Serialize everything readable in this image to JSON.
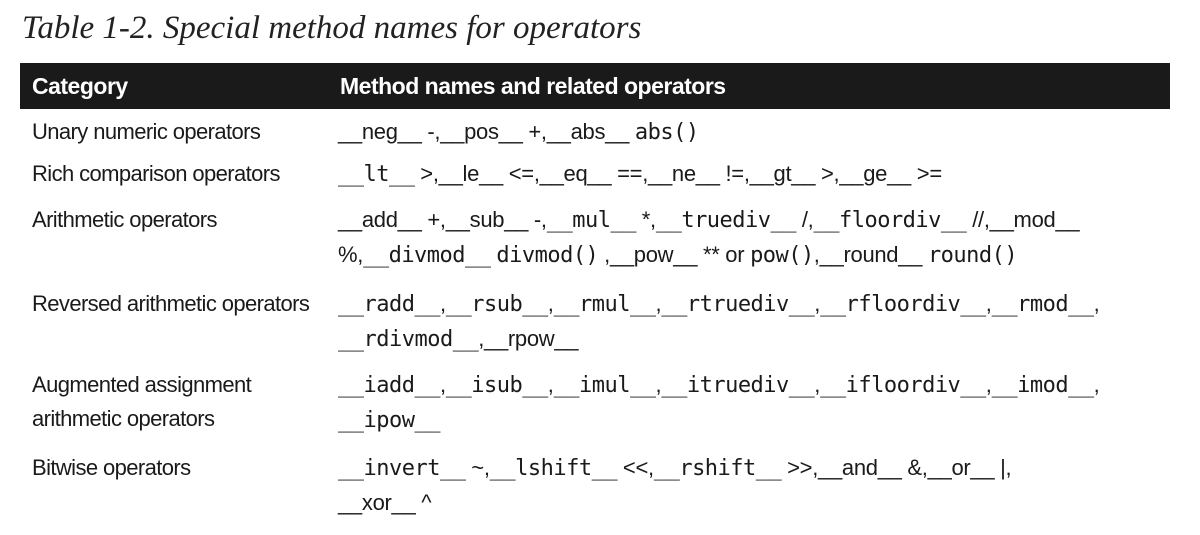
{
  "caption": "Table 1-2. Special method names for operators",
  "table": {
    "headers": {
      "category": "Category",
      "methods": "Method names and related operators"
    },
    "rows": [
      {
        "category": [
          "Unary numeric operators"
        ],
        "methods": [
          [
            {
              "t": "__neg__",
              "c": false
            },
            {
              "t": " -,",
              "c": false
            },
            {
              "t": "__pos__",
              "c": false
            },
            {
              "t": " +,",
              "c": false
            },
            {
              "t": "__abs__",
              "c": false
            },
            {
              "t": " ",
              "c": false
            },
            {
              "t": "abs()",
              "c": true
            }
          ]
        ]
      },
      {
        "category": [
          "Rich comparison operators"
        ],
        "methods": [
          [
            {
              "t": "__lt__",
              "c": true
            },
            {
              "t": " >,",
              "c": false
            },
            {
              "t": "__le__",
              "c": false
            },
            {
              "t": " <=,",
              "c": false
            },
            {
              "t": "__eq__",
              "c": false
            },
            {
              "t": " ==,",
              "c": false
            },
            {
              "t": "__ne__",
              "c": false
            },
            {
              "t": " !=,",
              "c": false
            },
            {
              "t": "__gt__",
              "c": false
            },
            {
              "t": " >,",
              "c": false
            },
            {
              "t": "__ge__",
              "c": false
            },
            {
              "t": " >=",
              "c": false
            }
          ]
        ]
      },
      {
        "category": [
          "Arithmetic operators"
        ],
        "methods": [
          [
            {
              "t": "__add__",
              "c": false
            },
            {
              "t": " +,",
              "c": false
            },
            {
              "t": "__sub__",
              "c": false
            },
            {
              "t": " -,",
              "c": false
            },
            {
              "t": "__mul__",
              "c": true
            },
            {
              "t": " *,",
              "c": false
            },
            {
              "t": "__truediv__",
              "c": true
            },
            {
              "t": " /,",
              "c": false
            },
            {
              "t": "__floordiv__",
              "c": true
            },
            {
              "t": " //,",
              "c": false
            },
            {
              "t": "__mod__",
              "c": false
            }
          ],
          [
            {
              "t": "%,",
              "c": false
            },
            {
              "t": "__divmod__",
              "c": true
            },
            {
              "t": " ",
              "c": false
            },
            {
              "t": "divmod()",
              "c": true
            },
            {
              "t": " ,",
              "c": false
            },
            {
              "t": "__pow__",
              "c": false
            },
            {
              "t": " ** or ",
              "c": false
            },
            {
              "t": "pow()",
              "c": true
            },
            {
              "t": ",",
              "c": false
            },
            {
              "t": "__round__",
              "c": false
            },
            {
              "t": " ",
              "c": false
            },
            {
              "t": "round()",
              "c": true
            }
          ]
        ]
      },
      {
        "category": [
          "Reversed arithmetic operators"
        ],
        "methods": [
          [
            {
              "t": "__radd__",
              "c": true
            },
            {
              "t": ",",
              "c": false
            },
            {
              "t": "__rsub__",
              "c": true
            },
            {
              "t": ",",
              "c": false
            },
            {
              "t": "__rmul__",
              "c": true
            },
            {
              "t": ",",
              "c": false
            },
            {
              "t": "__rtruediv__",
              "c": true
            },
            {
              "t": ",",
              "c": false
            },
            {
              "t": "__rfloordiv__",
              "c": true
            },
            {
              "t": ",",
              "c": false
            },
            {
              "t": "__rmod__",
              "c": true
            },
            {
              "t": ",",
              "c": false
            }
          ],
          [
            {
              "t": "__rdivmod__",
              "c": true
            },
            {
              "t": ",",
              "c": false
            },
            {
              "t": "__rpow__",
              "c": false
            }
          ]
        ]
      },
      {
        "category": [
          "Augmented assignment",
          "arithmetic operators"
        ],
        "methods": [
          [
            {
              "t": "__iadd__",
              "c": true
            },
            {
              "t": ",",
              "c": false
            },
            {
              "t": "__isub__",
              "c": true
            },
            {
              "t": ",",
              "c": false
            },
            {
              "t": "__imul__",
              "c": true
            },
            {
              "t": ",",
              "c": false
            },
            {
              "t": "__itruediv__",
              "c": true
            },
            {
              "t": ",",
              "c": false
            },
            {
              "t": "__ifloordiv__",
              "c": true
            },
            {
              "t": ",",
              "c": false
            },
            {
              "t": "__imod__",
              "c": true
            },
            {
              "t": ",",
              "c": false
            }
          ],
          [
            {
              "t": "__ipow__",
              "c": true
            }
          ]
        ]
      },
      {
        "category": [
          "Bitwise operators"
        ],
        "methods": [
          [
            {
              "t": "__invert__",
              "c": true
            },
            {
              "t": " ~,",
              "c": false
            },
            {
              "t": "__lshift__",
              "c": true
            },
            {
              "t": " <<,",
              "c": false
            },
            {
              "t": "__rshift__",
              "c": true
            },
            {
              "t": " >>,",
              "c": false
            },
            {
              "t": "__and__",
              "c": false
            },
            {
              "t": " &,",
              "c": false
            },
            {
              "t": "__or__",
              "c": false
            },
            {
              "t": " |,",
              "c": false
            }
          ],
          [
            {
              "t": "__xor__",
              "c": false
            },
            {
              "t": " ^",
              "c": false
            }
          ]
        ]
      }
    ]
  }
}
